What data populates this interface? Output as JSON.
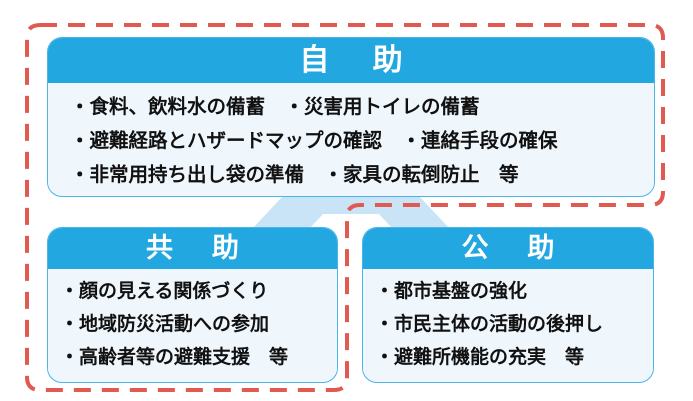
{
  "diagram": {
    "enclosure": {
      "style": "dashed",
      "color": "#e05a52",
      "label": "red-dashed-outline"
    },
    "flow": {
      "shape": "chevron-split",
      "color": "#c9e4f7",
      "label": "split-arrow-background"
    },
    "palette": {
      "header_blue": "#22a7e0",
      "body_blue": "#eff7fd",
      "border_blue": "#4db3e8",
      "dashed_red": "#e05a52",
      "chevron_blue": "#c9e4f7",
      "text_black": "#111111"
    }
  },
  "cards": {
    "jijo": {
      "title": "自　助",
      "lines": [
        "・食料、飲料水の備蓄　・災害用トイレの備蓄",
        "・避難経路とハザードマップの確認　・連絡手段の確保",
        "・非常用持ち出し袋の準備　・家具の転倒防止　等"
      ]
    },
    "kyojo": {
      "title": "共　助",
      "lines": [
        "・顔の見える関係づくり",
        "・地域防災活動への参加",
        "・高齢者等の避難支援　等"
      ]
    },
    "kojo": {
      "title": "公　助",
      "lines": [
        "・都市基盤の強化",
        "・市民主体の活動の後押し",
        "・避難所機能の充実　等"
      ]
    }
  }
}
